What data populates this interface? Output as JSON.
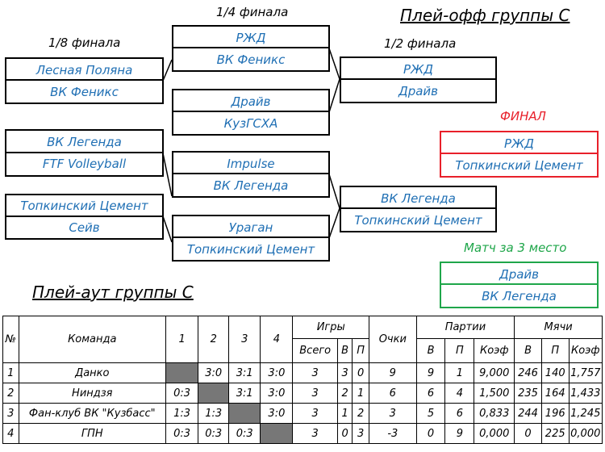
{
  "playoff": {
    "title": "Плей-офф группы С",
    "round_labels": {
      "r16": "1/8 финала",
      "qf": "1/4 финала",
      "sf": "1/2 финала"
    },
    "r16": [
      {
        "top": "Лесная Поляна",
        "bottom": "ВК Феникс"
      },
      {
        "top": "ВК Легенда",
        "bottom": "FTF Volleyball"
      },
      {
        "top": "Топкинский Цемент",
        "bottom": "Сейв"
      }
    ],
    "qf": [
      {
        "top": "РЖД",
        "bottom": "ВК Феникс"
      },
      {
        "top": "Драйв",
        "bottom": "КузГСХА"
      },
      {
        "top": "Impulse",
        "bottom": "ВК Легенда"
      },
      {
        "top": "Ураган",
        "bottom": "Топкинский Цемент"
      }
    ],
    "sf": [
      {
        "top": "РЖД",
        "bottom": "Драйв"
      },
      {
        "top": "ВК Легенда",
        "bottom": "Топкинский Цемент"
      }
    ],
    "final": {
      "label": "ФИНАЛ",
      "top": "РЖД",
      "bottom": "Топкинский Цемент",
      "color": "#e8202a"
    },
    "third_place": {
      "label": "Матч за 3 место",
      "top": "Драйв",
      "bottom": "ВК Легенда",
      "color": "#1fa64a"
    },
    "team_color": "#1f6fb4"
  },
  "playout": {
    "title": "Плей-аут группы С",
    "headers": {
      "num": "№",
      "team": "Команда",
      "opponents": [
        "1",
        "2",
        "3",
        "4"
      ],
      "games": "Игры",
      "points": "Очки",
      "sets": "Партии",
      "balls": "Мячи",
      "games_sub": [
        "Всего",
        "В",
        "П"
      ],
      "sets_sub": [
        "В",
        "П",
        "Коэф"
      ],
      "balls_sub": [
        "В",
        "П",
        "Коэф"
      ]
    },
    "rows": [
      {
        "num": "1",
        "team": "Данко",
        "results": [
          "",
          "3:0",
          "3:1",
          "3:0"
        ],
        "games_total": "3",
        "games_won": "3",
        "games_lost": "0",
        "points": "9",
        "sets_won": "9",
        "sets_lost": "1",
        "sets_ratio": "9,000",
        "balls_won": "246",
        "balls_lost": "140",
        "balls_ratio": "1,757"
      },
      {
        "num": "2",
        "team": "Ниндзя",
        "results": [
          "0:3",
          "",
          "3:1",
          "3:0"
        ],
        "games_total": "3",
        "games_won": "2",
        "games_lost": "1",
        "points": "6",
        "sets_won": "6",
        "sets_lost": "4",
        "sets_ratio": "1,500",
        "balls_won": "235",
        "balls_lost": "164",
        "balls_ratio": "1,433"
      },
      {
        "num": "3",
        "team": "Фан-клуб ВК \"Кузбасс\"",
        "results": [
          "1:3",
          "1:3",
          "",
          "3:0"
        ],
        "games_total": "3",
        "games_won": "1",
        "games_lost": "2",
        "points": "3",
        "sets_won": "5",
        "sets_lost": "6",
        "sets_ratio": "0,833",
        "balls_won": "244",
        "balls_lost": "196",
        "balls_ratio": "1,245"
      },
      {
        "num": "4",
        "team": "ГПН",
        "results": [
          "0:3",
          "0:3",
          "0:3",
          ""
        ],
        "games_total": "3",
        "games_won": "0",
        "games_lost": "3",
        "points": "-3",
        "sets_won": "0",
        "sets_lost": "9",
        "sets_ratio": "0,000",
        "balls_won": "0",
        "balls_lost": "225",
        "balls_ratio": "0,000"
      }
    ]
  }
}
